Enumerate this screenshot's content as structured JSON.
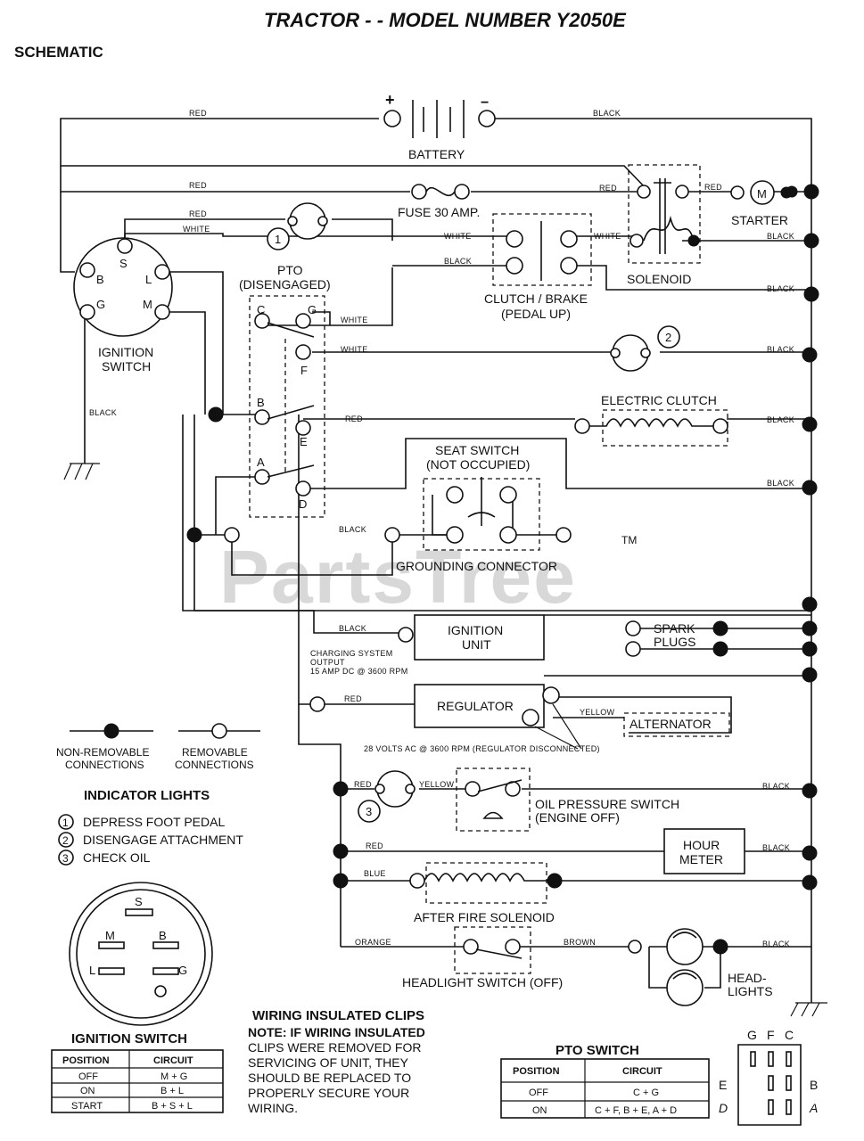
{
  "page": {
    "title": "TRACTOR - - MODEL NUMBER Y2050E",
    "subtitle": "SCHEMATIC",
    "watermark": "PartsTree",
    "trademark": "TM"
  },
  "components": {
    "battery": "BATTERY",
    "battery_plus": "+",
    "battery_minus": "−",
    "fuse": "FUSE 30 AMP.",
    "starter": "STARTER",
    "starter_m": "M",
    "solenoid": "SOLENOID",
    "clutch_brake_1": "CLUTCH / BRAKE",
    "clutch_brake_2": "(PEDAL UP)",
    "ignition_switch_1": "IGNITION",
    "ignition_switch_2": "SWITCH",
    "pto_1": "PTO",
    "pto_2": "(DISENGAGED)",
    "electric_clutch": "ELECTRIC CLUTCH",
    "seat_switch_1": "SEAT SWITCH",
    "seat_switch_2": "(NOT OCCUPIED)",
    "grounding_connector": "GROUNDING CONNECTOR",
    "ignition_unit_1": "IGNITION",
    "ignition_unit_2": "UNIT",
    "spark_plugs_1": "SPARK",
    "spark_plugs_2": "PLUGS",
    "charging_1": "CHARGING SYSTEM",
    "charging_2": "OUTPUT",
    "charging_3": "15 AMP DC @ 3600 RPM",
    "regulator": "REGULATOR",
    "alternator": "ALTERNATOR",
    "volts_ac": "28 VOLTS AC @ 3600 RPM (REGULATOR DISCONNECTED)",
    "oil_pressure_1": "OIL PRESSURE SWITCH",
    "oil_pressure_2": "(ENGINE OFF)",
    "hour_meter_1": "HOUR",
    "hour_meter_2": "METER",
    "after_fire": "AFTER FIRE SOLENOID",
    "headlight_switch": "HEADLIGHT SWITCH (OFF)",
    "headlights_1": "HEAD-",
    "headlights_2": "LIGHTS"
  },
  "terminals": {
    "ign_b": "B",
    "ign_s": "S",
    "ign_l": "L",
    "ign_g": "G",
    "ign_m": "M",
    "pto_c": "C",
    "pto_g": "G",
    "pto_f": "F",
    "pto_b": "B",
    "pto_e": "E",
    "pto_a": "A",
    "pto_d": "D",
    "ind_1": "1",
    "ind_2": "2",
    "ind_3": "3"
  },
  "wires": {
    "red": "RED",
    "black": "BLACK",
    "white": "WHITE",
    "yellow": "YELLOW",
    "blue": "BLUE",
    "orange": "ORANGE",
    "brown": "BROWN"
  },
  "legend": {
    "nonrem_1": "NON-REMOVABLE",
    "nonrem_2": "CONNECTIONS",
    "rem_1": "REMOVABLE",
    "rem_2": "CONNECTIONS",
    "indicator_title": "INDICATOR LIGHTS",
    "indicator_items": [
      {
        "num": "1",
        "text": "DEPRESS FOOT PEDAL"
      },
      {
        "num": "2",
        "text": "DISENGAGE ATTACHMENT"
      },
      {
        "num": "3",
        "text": "CHECK OIL"
      }
    ]
  },
  "ign_face": {
    "s": "S",
    "m": "M",
    "b": "B",
    "l": "L",
    "g": "G"
  },
  "ignition_table": {
    "title": "IGNITION SWITCH",
    "headers": [
      "POSITION",
      "CIRCUIT"
    ],
    "rows": [
      [
        "OFF",
        "M + G"
      ],
      [
        "ON",
        "B + L"
      ],
      [
        "START",
        "B + S + L"
      ]
    ]
  },
  "note": {
    "title": "WIRING INSULATED CLIPS",
    "lines": [
      "NOTE: IF WIRING INSULATED",
      "CLIPS WERE REMOVED FOR",
      "SERVICING OF UNIT, THEY",
      "SHOULD BE REPLACED TO",
      "PROPERLY SECURE YOUR",
      "WIRING."
    ]
  },
  "pto_table": {
    "title": "PTO SWITCH",
    "headers": [
      "POSITION",
      "CIRCUIT"
    ],
    "rows": [
      [
        "OFF",
        "C + G"
      ],
      [
        "ON",
        "C + F, B + E, A + D"
      ]
    ]
  },
  "pto_diagram": {
    "top": [
      "G",
      "F",
      "C"
    ],
    "left": [
      "E",
      "D"
    ],
    "right": [
      "B",
      "A"
    ]
  }
}
